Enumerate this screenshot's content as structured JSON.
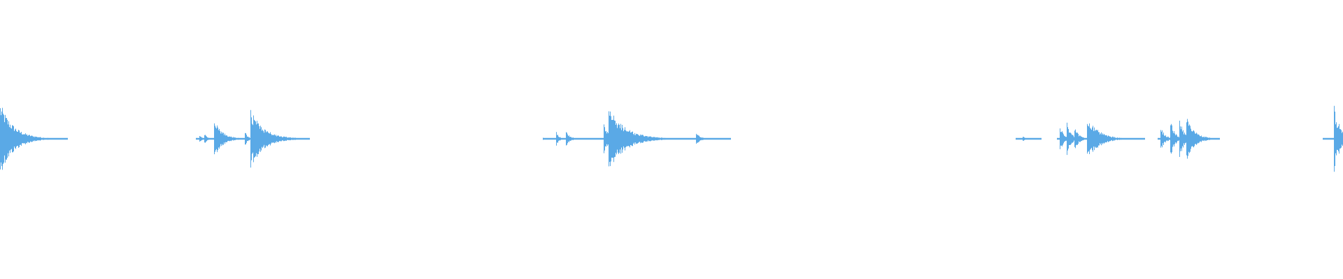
{
  "colors": {
    "background": "#ffffff",
    "waveform": "#5aa9e6"
  },
  "waveform": {
    "segments": [
      {
        "name": "segment-1",
        "start": 0.0,
        "end": 0.05,
        "hits": [
          {
            "t": 0.0,
            "amp": 0.5,
            "decay": 0.01
          }
        ]
      },
      {
        "name": "segment-2",
        "start": 0.146,
        "end": 0.23,
        "hits": [
          {
            "t": 0.148,
            "amp": 0.06,
            "decay": 0.002
          },
          {
            "t": 0.152,
            "amp": 0.08,
            "decay": 0.002
          },
          {
            "t": 0.159,
            "amp": 0.28,
            "decay": 0.006
          },
          {
            "t": 0.182,
            "amp": 0.12,
            "decay": 0.002
          },
          {
            "t": 0.186,
            "amp": 0.42,
            "decay": 0.01
          }
        ]
      },
      {
        "name": "segment-3",
        "start": 0.404,
        "end": 0.544,
        "hits": [
          {
            "t": 0.404,
            "amp": 0.02,
            "decay": 0.001
          },
          {
            "t": 0.414,
            "amp": 0.1,
            "decay": 0.002
          },
          {
            "t": 0.421,
            "amp": 0.12,
            "decay": 0.003
          },
          {
            "t": 0.449,
            "amp": 0.25,
            "decay": 0.004
          },
          {
            "t": 0.453,
            "amp": 0.45,
            "decay": 0.012
          },
          {
            "t": 0.518,
            "amp": 0.1,
            "decay": 0.003
          }
        ]
      },
      {
        "name": "segment-4",
        "start": 0.756,
        "end": 0.775,
        "hits": [
          {
            "t": 0.761,
            "amp": 0.05,
            "decay": 0.002
          }
        ]
      },
      {
        "name": "segment-5",
        "start": 0.787,
        "end": 0.852,
        "hits": [
          {
            "t": 0.789,
            "amp": 0.18,
            "decay": 0.003
          },
          {
            "t": 0.794,
            "amp": 0.25,
            "decay": 0.003
          },
          {
            "t": 0.8,
            "amp": 0.18,
            "decay": 0.003
          },
          {
            "t": 0.809,
            "amp": 0.34,
            "decay": 0.008
          }
        ]
      },
      {
        "name": "segment-6",
        "start": 0.862,
        "end": 0.908,
        "hits": [
          {
            "t": 0.864,
            "amp": 0.18,
            "decay": 0.003
          },
          {
            "t": 0.871,
            "amp": 0.3,
            "decay": 0.003
          },
          {
            "t": 0.878,
            "amp": 0.3,
            "decay": 0.003
          },
          {
            "t": 0.883,
            "amp": 0.32,
            "decay": 0.006
          }
        ]
      },
      {
        "name": "segment-7",
        "start": 0.985,
        "end": 1.0,
        "hits": [
          {
            "t": 0.993,
            "amp": 0.5,
            "decay": 0.003
          },
          {
            "t": 0.996,
            "amp": 0.32,
            "decay": 0.003
          }
        ]
      }
    ]
  }
}
